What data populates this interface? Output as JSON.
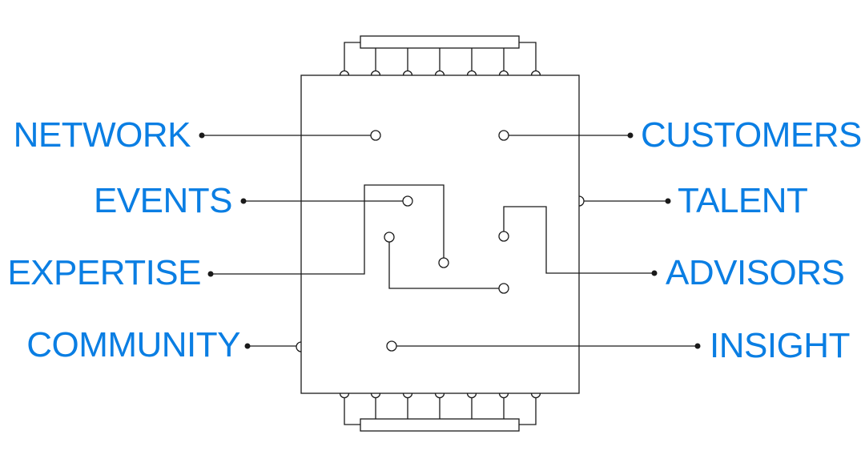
{
  "labels": {
    "network": "NETWORK",
    "events": "EVENTS",
    "expertise": "EXPERTISE",
    "community": "COMMUNITY",
    "customers": "CUSTOMERS",
    "talent": "TALENT",
    "advisors": "ADVISORS",
    "insight": "INSIGHT"
  },
  "colors": {
    "label_text": "#0a7ee3",
    "line": "#1a1a1a",
    "dot": "#1a1a1a"
  }
}
